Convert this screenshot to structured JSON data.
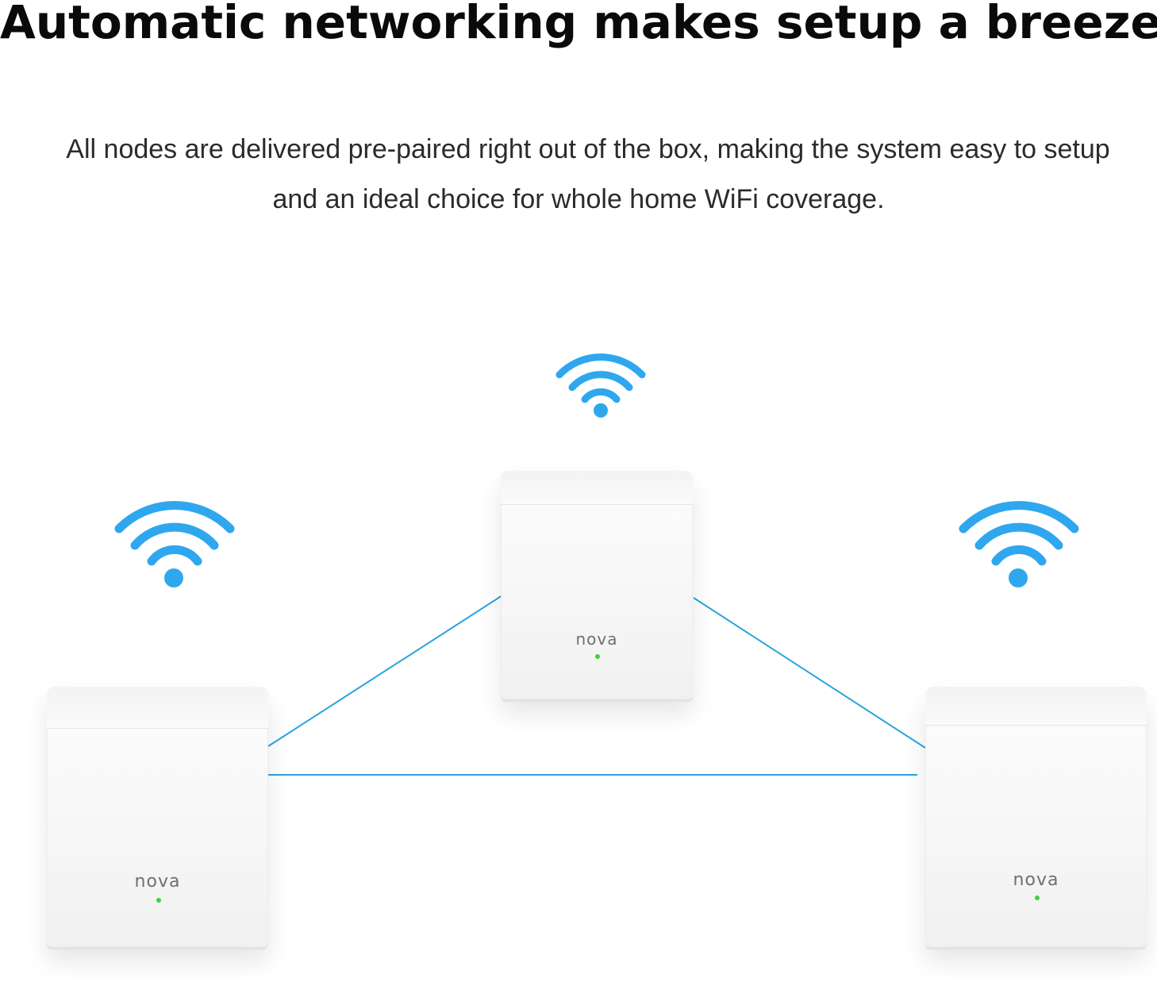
{
  "header": {
    "title": "Automatic networking makes setup a breeze",
    "description_line1": "All nodes are delivered pre-paired right out of the box, making the system easy to setup",
    "description_line2": "and an ideal choice for whole home WiFi coverage."
  },
  "nodes": [
    {
      "id": "center",
      "brand": "nova",
      "led_color": "#3fd23a"
    },
    {
      "id": "left",
      "brand": "nova",
      "led_color": "#3fd23a"
    },
    {
      "id": "right",
      "brand": "nova",
      "led_color": "#3fd23a"
    }
  ],
  "colors": {
    "wifi_icon": "#2fa7ee",
    "link_line": "#2aa3e0",
    "text": "#0a0a0a"
  },
  "icons": [
    "wifi-icon",
    "wifi-icon",
    "wifi-icon"
  ]
}
